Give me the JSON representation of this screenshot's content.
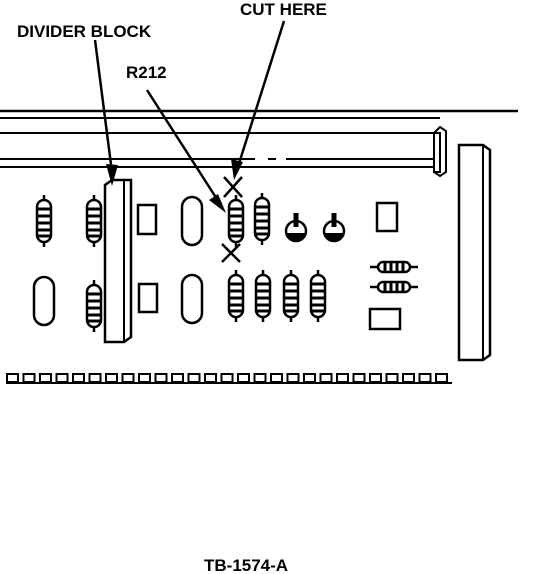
{
  "labels": {
    "divider_block": "DIVIDER BLOCK",
    "cut_here": "CUT HERE",
    "r212": "R212"
  },
  "figure_id": "TB-1574-A",
  "colors": {
    "ink": "#000000",
    "paper": "#ffffff"
  }
}
